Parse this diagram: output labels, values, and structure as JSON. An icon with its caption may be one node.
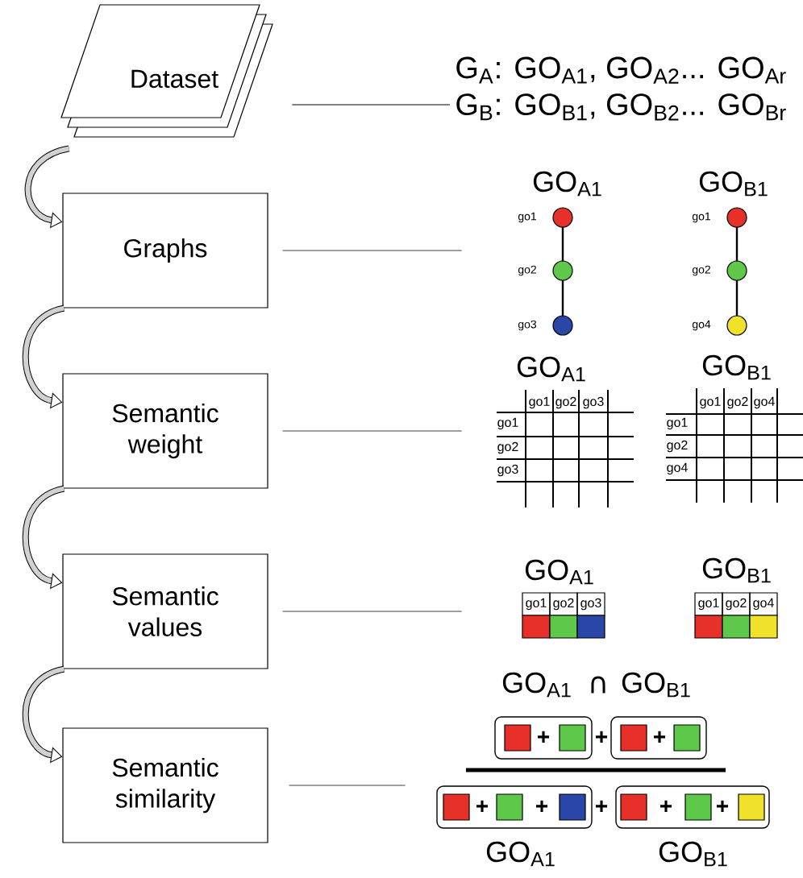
{
  "diagram": {
    "nodes": [
      {
        "text": [
          "Dataset"
        ]
      },
      {
        "text": [
          "Graphs"
        ]
      },
      {
        "text": [
          "Semantic weight"
        ]
      },
      {
        "text": [
          "Semantic values"
        ]
      },
      {
        "text": [
          "Semantic similarity"
        ]
      },
      {
        "text": [
          "G$_{A}$: GO$_{A1}$, GO$_{A2}$... GO$_{Ar}$",
          "G$_{B}$: GO$_{B1}$, GO$_{B2}$... GO$_{Br}$"
        ]
      }
    ],
    "edges": [
      {
        "from": 0,
        "to": 1,
        "arrow": "to",
        "style": "thick"
      },
      {
        "from": 1,
        "to": 2,
        "arrow": "to",
        "style": "thick"
      },
      {
        "from": 2,
        "to": 3,
        "arrow": "to",
        "style": "thick"
      },
      {
        "from": 3,
        "to": 4,
        "arrow": "to",
        "style": "thick"
      },
      {
        "from": 0,
        "to": 5,
        "arrow": "none"
      },
      {
        "from": 1,
        "to": null,
        "arrow": "none"
      },
      {
        "from": 2,
        "to": null,
        "arrow": "none"
      },
      {
        "from": 3,
        "to": null,
        "arrow": "none"
      },
      {
        "from": 4,
        "to": null,
        "arrow": "none"
      }
    ],
    "labels": [
      "GO$_{A1}$",
      "GO$_{B1}$",
      "go1",
      "go1",
      "go2",
      "go2",
      "go3",
      "go4",
      "GO$_{A1}$",
      "GO$_{B1}$",
      "go1",
      "go2",
      "go3",
      "go1",
      "go2",
      "go4",
      "go1",
      "go1",
      "go2",
      "go2",
      "go3",
      "go4",
      "GO$_{A1}$",
      "GO$_{B1}$",
      "go1",
      "go2",
      "go3",
      "go1",
      "go2",
      "go4",
      "GO$_{A1}$",
      "∩",
      "GO$_{B1}$",
      "+",
      "+",
      "+",
      "+",
      "+",
      "+",
      "+",
      "+",
      "GO$_{A1}$",
      "GO$_{B1}$"
    ]
  }
}
